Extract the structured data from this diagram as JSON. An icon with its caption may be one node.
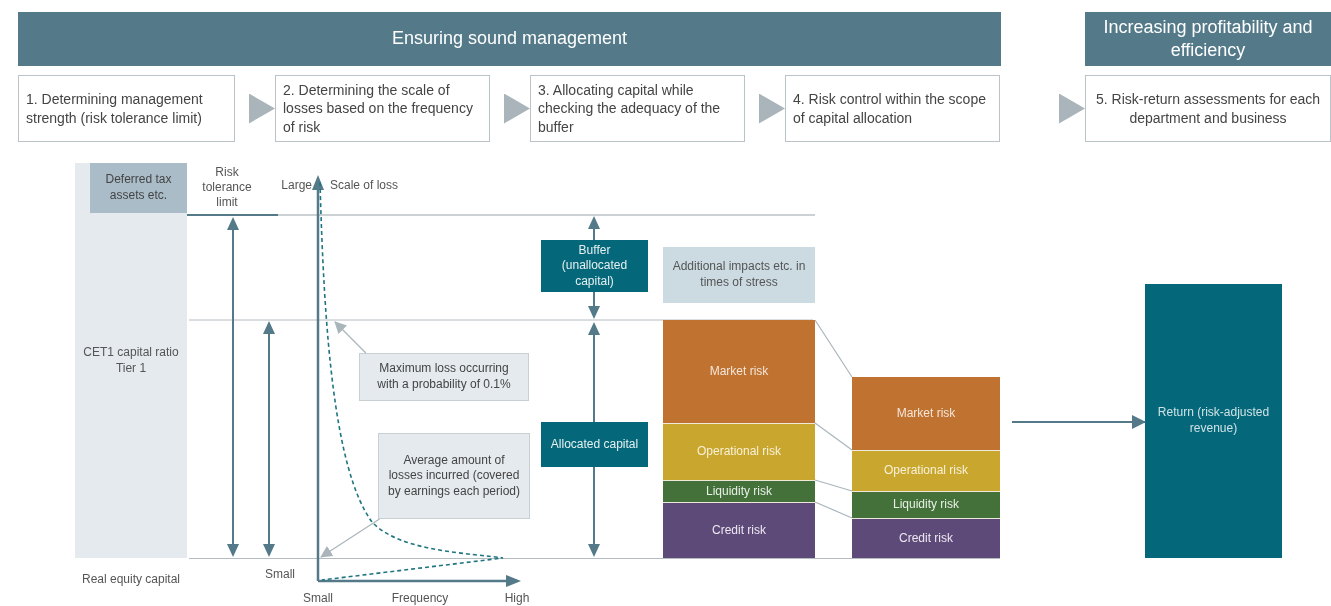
{
  "diagram": {
    "nodes": [
      {
        "text": [
          "Ensuring sound management"
        ]
      },
      {
        "text": [
          "Increasing profitability and efficiency"
        ]
      },
      {
        "text": [
          "1. Determining management strength (risk tolerance limit)"
        ]
      },
      {
        "text": [
          "2. Determining the scale of losses based on the frequency of risk"
        ]
      },
      {
        "text": [
          "3. Allocating capital while checking the adequacy of the buffer"
        ]
      },
      {
        "text": [
          "4. Risk control within the scope of capital allocation"
        ]
      },
      {
        "text": [
          "5. Risk-return assessments for each department and business"
        ]
      },
      {
        "text": [
          "CET1 capital ratio Tier 1"
        ]
      },
      {
        "text": [
          "Deferred tax assets etc."
        ],
        "in": 7
      },
      {
        "text": [
          "Buffer (unallocated capital)"
        ]
      },
      {
        "text": [
          "Additional impacts etc. in times of stress"
        ]
      },
      {
        "text": [
          "Maximum loss occurring with a probability of 0.1%"
        ]
      },
      {
        "text": [
          "Average amount of losses incurred (covered by earnings each period)"
        ]
      },
      {
        "text": [
          "Allocated capital"
        ]
      },
      {
        "text": [
          "Market risk"
        ]
      },
      {
        "text": [
          "Operational risk"
        ]
      },
      {
        "text": [
          "Liquidity risk"
        ]
      },
      {
        "text": [
          "Credit risk"
        ]
      },
      {
        "text": [
          "Market risk"
        ]
      },
      {
        "text": [
          "Operational risk"
        ]
      },
      {
        "text": [
          "Liquidity risk"
        ]
      },
      {
        "text": [
          "Credit risk"
        ]
      },
      {
        "text": [
          "Return (risk-adjusted revenue)"
        ]
      },
      {
        "text": [],
        "shape": "picture"
      }
    ],
    "edges": [
      {
        "from": 2,
        "to": 3,
        "arrow": "to"
      },
      {
        "from": 3,
        "to": 4,
        "arrow": "to"
      },
      {
        "from": 4,
        "to": 5,
        "arrow": "to"
      },
      {
        "from": 5,
        "to": 6,
        "arrow": "to"
      },
      {
        "from": 11,
        "to": 23,
        "arrow": "to"
      },
      {
        "from": 12,
        "to": 23,
        "arrow": "to"
      },
      {
        "from": 14,
        "to": 18,
        "arrow": "none"
      },
      {
        "from": 15,
        "to": 19,
        "arrow": "none"
      },
      {
        "from": 16,
        "to": 20,
        "arrow": "none"
      },
      {
        "from": 17,
        "to": 21,
        "arrow": "none"
      },
      {
        "from": 18,
        "to": 22,
        "arrow": "to",
        "color": "#547a89"
      }
    ],
    "labels": [
      "Risk tolerance limit",
      "Large",
      "Scale of loss",
      "Real equity capital",
      "Small",
      "Small",
      "Frequency",
      "High"
    ]
  }
}
